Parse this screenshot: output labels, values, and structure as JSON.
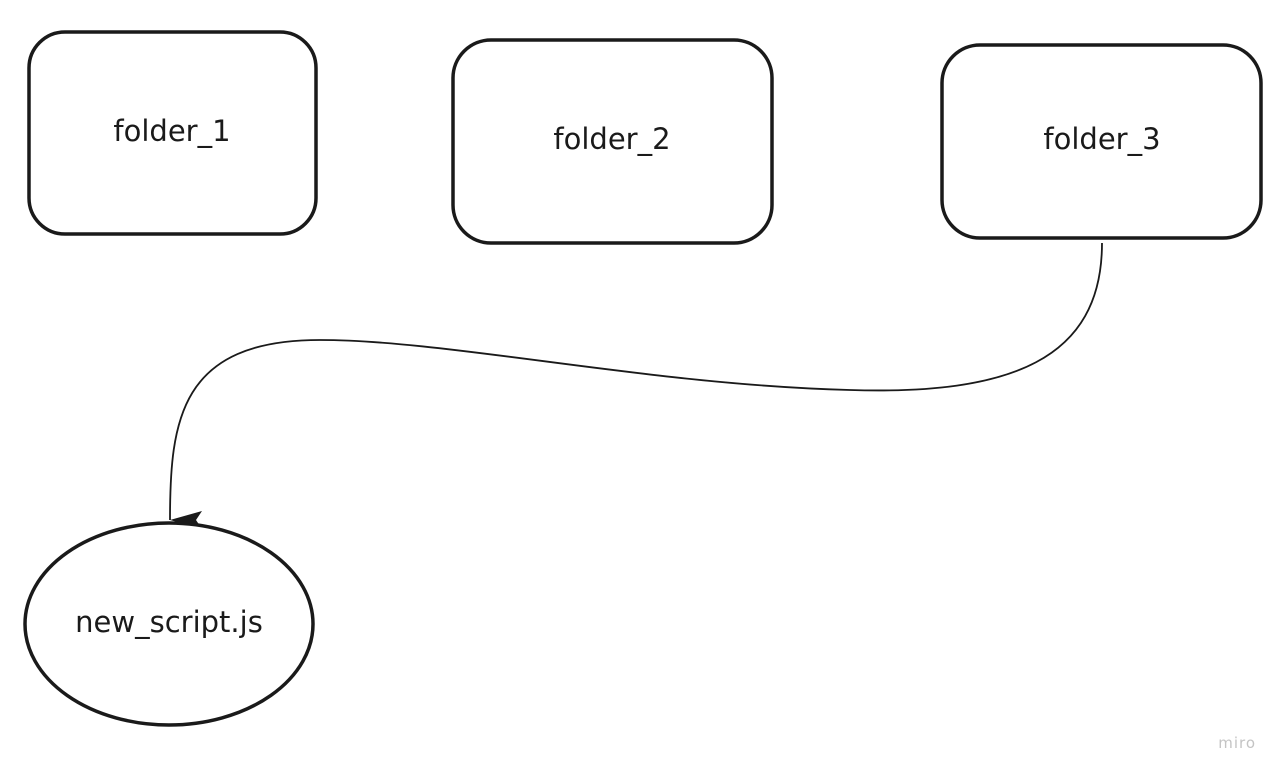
{
  "nodes": {
    "folder_1": {
      "label": "folder_1"
    },
    "folder_2": {
      "label": "folder_2"
    },
    "folder_3": {
      "label": "folder_3"
    },
    "new_script": {
      "label": "new_script.js"
    }
  },
  "edges": [
    {
      "from": "folder_3",
      "to": "new_script",
      "style": "curved-arrow"
    }
  ],
  "watermark": "miro",
  "colors": {
    "stroke": "#1a1a1a",
    "background": "#ffffff",
    "watermark": "#c4c4c4"
  }
}
